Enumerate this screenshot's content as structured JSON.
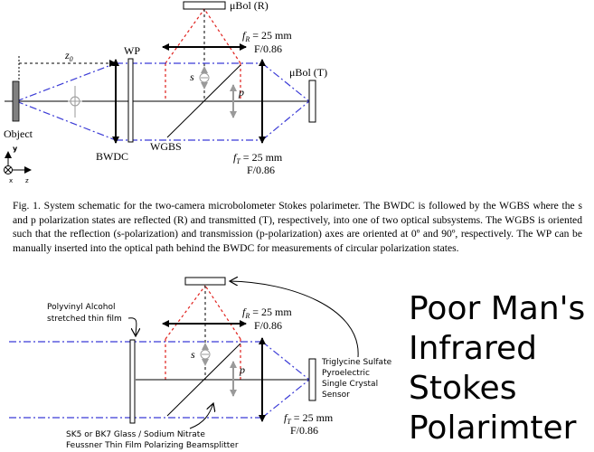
{
  "figure1": {
    "labels": {
      "mubol_r": "μBol (R)",
      "mubol_t": "μBol (T)",
      "f_r": "f",
      "f_r_sub": "R",
      "f_r_val": " = 25 mm",
      "f_r_num": "F/0.86",
      "f_t": "f",
      "f_t_sub": "T",
      "f_t_val": " = 25 mm",
      "f_t_num": "F/0.86",
      "wp": "WP",
      "z0": "z",
      "z0_sub": "0",
      "s": "s",
      "p": "p",
      "object": "Object",
      "bwdc": "BWDC",
      "wgbs": "WGBS",
      "axis_y": "y",
      "axis_x": "x",
      "axis_z": "z"
    },
    "caption": "Fig. 1. System schematic for the two-camera microbolometer Stokes polarimeter. The BWDC is followed by the WGBS where the s and p polarization states are reflected (R) and transmitted (T), respectively, into one of two optical subsystems. The WGBS is oriented such that the reflection (s-polarization) and transmission (p-polarization) axes are oriented at 0º and 90º, respectively. The WP can be manually inserted into the optical path behind the BWDC for measurements of circular polarization states."
  },
  "figure2": {
    "labels": {
      "f_r": "f",
      "f_r_sub": "R",
      "f_r_val": " = 25 mm",
      "f_r_num": "F/0.86",
      "f_t": "f",
      "f_t_sub": "T",
      "f_t_val": " = 25 mm",
      "f_t_num": "F/0.86",
      "s": "s",
      "p": "p",
      "pva_line1": "Polyvinyl Alcohol",
      "pva_line2": "stretched thin film",
      "tgs_line1": "Triglycine Sulfate",
      "tgs_line2": "Pyroelectric",
      "tgs_line3": "Single Crystal",
      "tgs_line4": "Sensor",
      "glass_line1": "SK5 or BK7 Glass / Sodium Nitrate",
      "glass_line2": "Feussner Thin Film Polarizing Beamsplitter"
    }
  },
  "title": [
    "Poor Man's",
    "Infrared",
    "Stokes",
    "Polarimter"
  ],
  "colors": {
    "red_ray": "#e0201c",
    "blue_ray": "#3b3bd6",
    "gray": "#9a9a9a",
    "object_fill": "#808080"
  }
}
